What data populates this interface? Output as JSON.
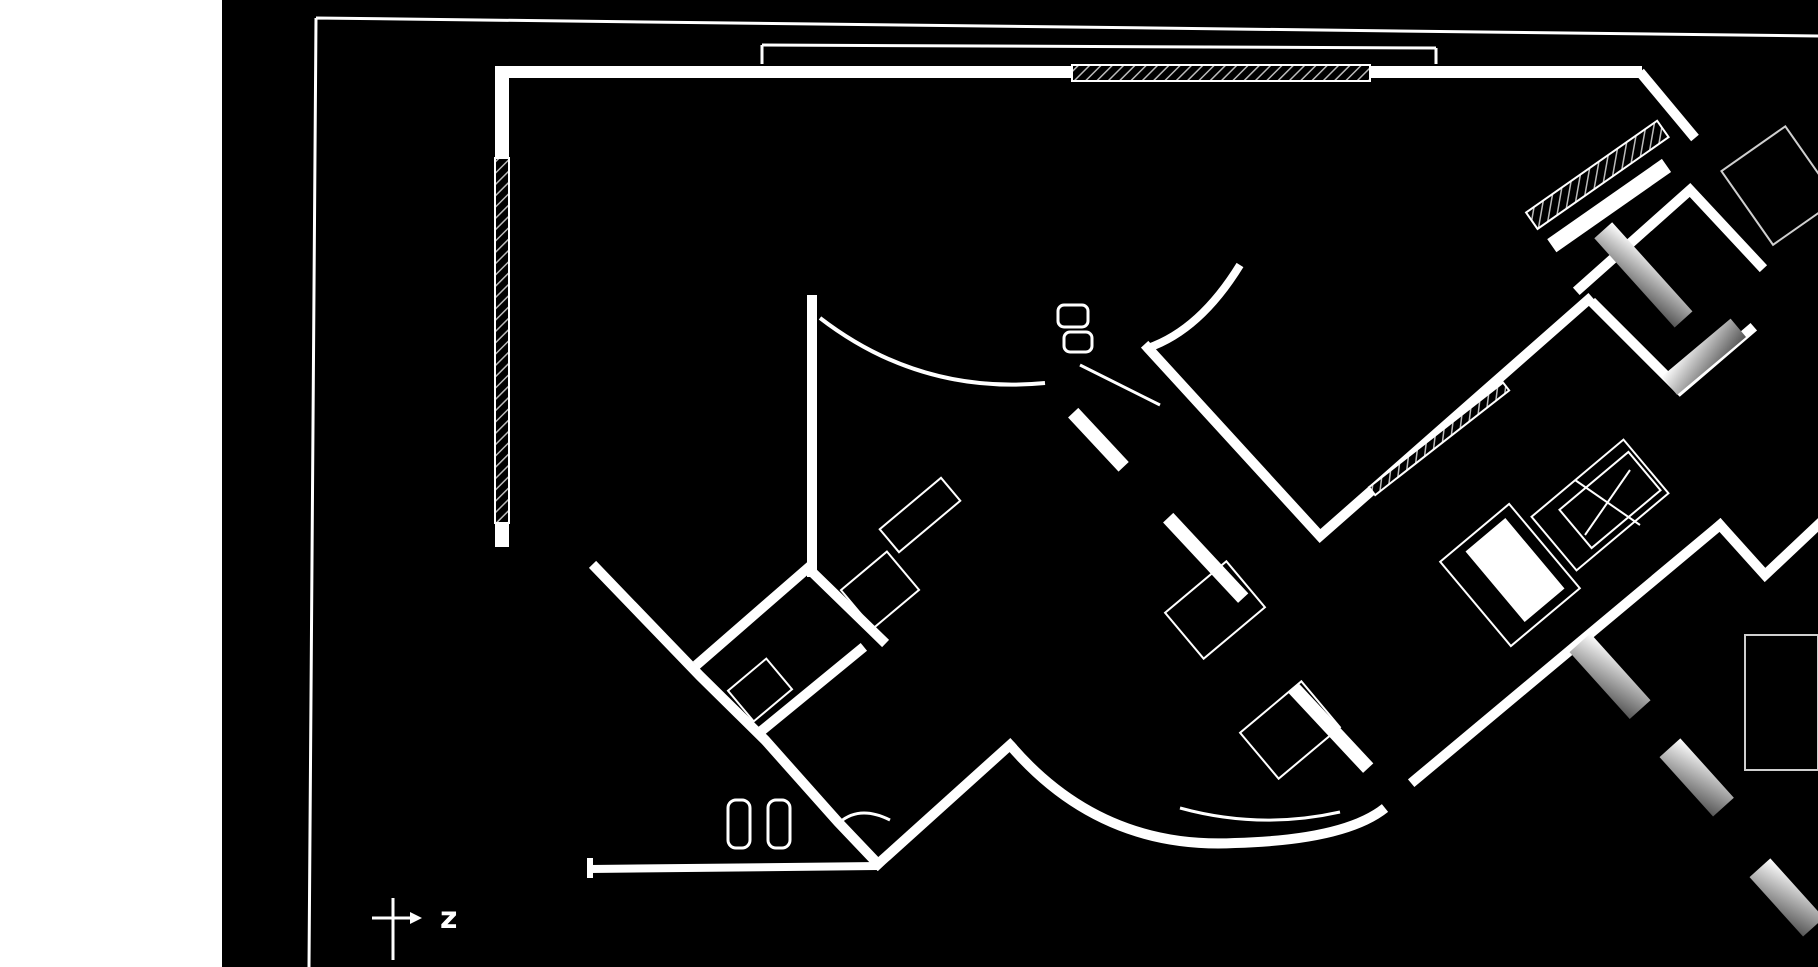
{
  "diagram": {
    "kind": "architectural-floor-plan",
    "style": "white-on-black-negative",
    "north_arrow_label": "z",
    "colors": {
      "background_margin": "#ffffff",
      "sheet": "#000000",
      "lines": "#ffffff",
      "hatch": "#9a9a9a",
      "glass": "#cfcfcf"
    }
  }
}
